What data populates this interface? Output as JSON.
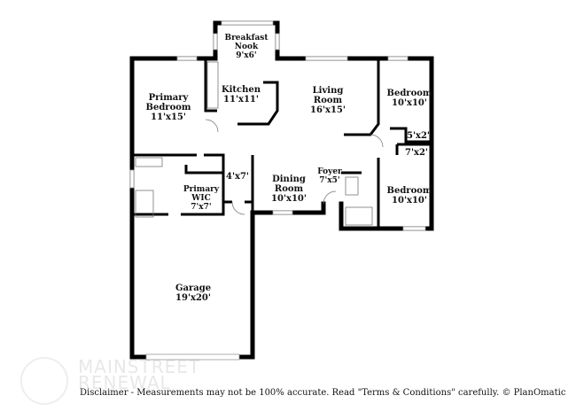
{
  "rooms": {
    "breakfast_nook": {
      "name": "Breakfast\nNook",
      "size": "9'x6'"
    },
    "kitchen": {
      "name": "Kitchen",
      "size": "11'x11'"
    },
    "living_room": {
      "name": "Living\nRoom",
      "size": "16'x15'"
    },
    "bedroom_1": {
      "name": "Bedroom",
      "size": "10'x10'"
    },
    "primary_bedroom": {
      "name": "Primary\nBedroom",
      "size": "11'x15'"
    },
    "closet_1": {
      "size": "5'x2'"
    },
    "closet_2": {
      "size": "7'x2'"
    },
    "hall": {
      "size": "4'x7'"
    },
    "dining_room": {
      "name": "Dining\nRoom",
      "size": "10'x10'"
    },
    "foyer": {
      "name": "Foyer",
      "size": "7'x5'"
    },
    "primary_wic": {
      "name": "Primary\nWIC",
      "size": "7'x7'"
    },
    "bedroom_2": {
      "name": "Bedroom",
      "size": "10'x10'"
    },
    "garage": {
      "name": "Garage",
      "size": "19'x20'"
    }
  },
  "watermark": {
    "line1": "MAINSTREET",
    "line2": "RENEWAL"
  },
  "disclaimer": "Disclaimer - Measurements may not be 100% accurate. Read \"Terms & Conditions\" carefully. © PlanOmatic"
}
